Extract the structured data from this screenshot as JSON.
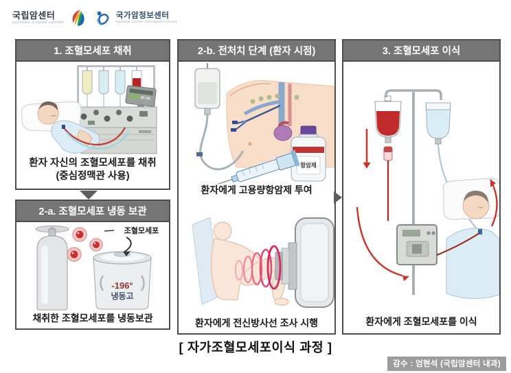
{
  "header": {
    "ncc": {
      "title": "국립암센터",
      "subtitle": "NATIONAL CANCER CENTER"
    },
    "ncic": {
      "title": "국가암정보센터",
      "subtitle": "National Cancer Information Center"
    }
  },
  "panels": {
    "collect": {
      "title": "1. 조혈모세포 채취",
      "caption_line1": "환자 자신의 조혈모세포를 채취",
      "caption_line2": "(중심정맥관 사용)"
    },
    "freeze": {
      "title": "2-a. 조혈모세포 냉동 보관",
      "cell_label": "조혈모세포",
      "freezer_temp": "-196°",
      "freezer_name": "냉동고",
      "caption": "채취한 조혈모세포를 냉동보관"
    },
    "condition": {
      "title": "2-b. 전처치 단계 (환자 시점)",
      "vial_label": "항암제",
      "chemo_caption": "환자에게 고용량항암제 투여",
      "radiation_caption": "환자에게 전신방사선 조사 시행"
    },
    "transplant": {
      "title": "3. 조혈모세포 이식",
      "caption": "환자에게 조혈모세포를 이식"
    }
  },
  "footer": {
    "caption": "[ 자가조혈모세포이식 과정 ]",
    "credit": "감수 : 엄현석 (국립암센터 내과)"
  },
  "colors": {
    "panel_header_bg": "#757575",
    "panel_border": "#4d4d4d",
    "credit_bg": "#9c9c9c",
    "blood_red": "#c22b2b",
    "radiation_pink": "#e04a70"
  }
}
